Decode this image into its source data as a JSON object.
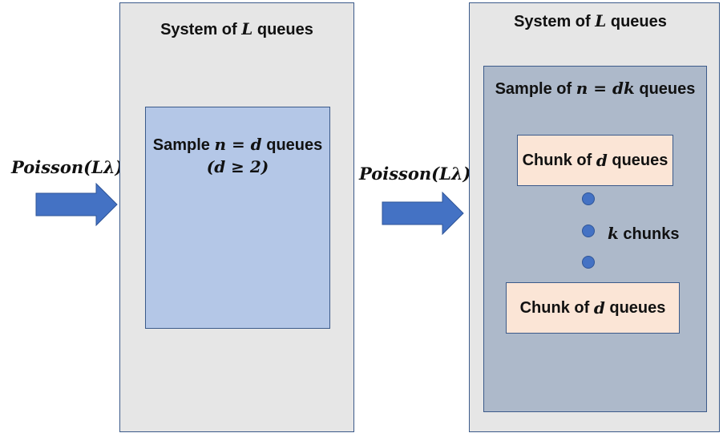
{
  "left_panel": {
    "arrow_label": "Poisson(Lλ)",
    "system_title_pre": "System of ",
    "system_title_var": "L",
    "system_title_post": " queues",
    "sample_line1_pre": "Sample ",
    "sample_line1_math": "n = d",
    "sample_line1_post": " queues",
    "sample_line2": "(d ≥ 2)"
  },
  "right_panel": {
    "arrow_label": "Poisson(Lλ)",
    "system_title_pre": "System of ",
    "system_title_var": "L",
    "system_title_post": " queues",
    "sample_title_pre": "Sample of ",
    "sample_title_math": "n = dk",
    "sample_title_post": " queues",
    "chunk_top_pre": "Chunk of ",
    "chunk_top_var": "d",
    "chunk_top_post": " queues",
    "chunk_bottom_pre": "Chunk of ",
    "chunk_bottom_var": "d",
    "chunk_bottom_post": " queues",
    "chunks_var": "k",
    "chunks_label": " chunks"
  },
  "colors": {
    "system_bg": "#e6e6e6",
    "sample_left_bg": "#b4c7e7",
    "sample_right_bg": "#adb9ca",
    "chunk_bg": "#fbe5d6",
    "arrow": "#4472c4",
    "border": "#3b5a8a"
  }
}
